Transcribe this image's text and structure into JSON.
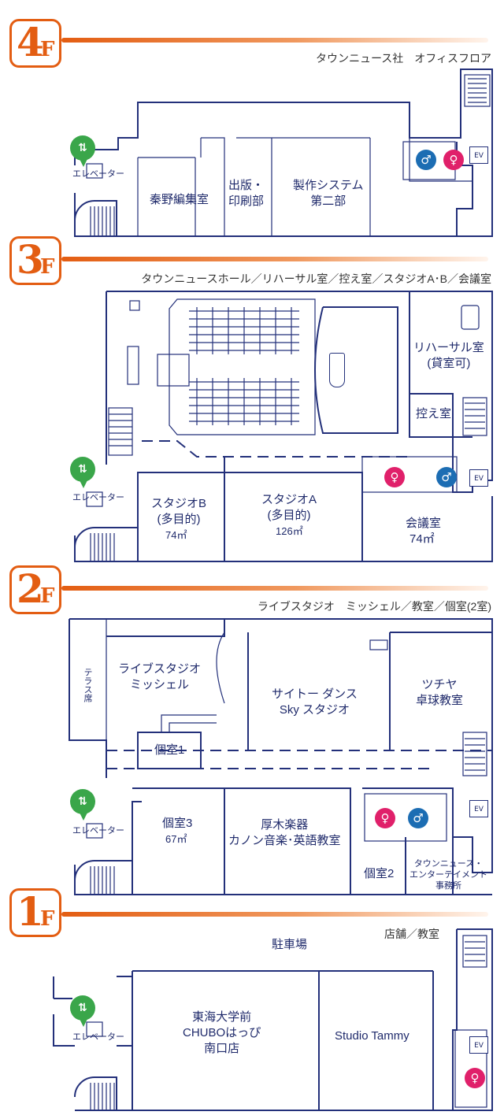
{
  "floors": [
    {
      "num": "4",
      "suffix": "F",
      "subtitle": "タウンニュース社　オフィスフロア",
      "rooms": [
        "秦野編集室",
        "出版・\n印刷部",
        "製作システム\n第二部"
      ],
      "elevator_label": "エレベーター",
      "ev": "EV"
    },
    {
      "num": "3",
      "suffix": "F",
      "subtitle": "タウンニュースホール／リハーサル室／控え室／スタジオA･B／会議室",
      "rooms": [
        "リハーサル室\n(貸室可)",
        "控え室",
        "スタジオB\n(多目的)",
        "74㎡",
        "スタジオA\n(多目的)",
        "126㎡",
        "会議室",
        "74㎡"
      ],
      "elevator_label": "エレベーター",
      "ev": "EV"
    },
    {
      "num": "2",
      "suffix": "F",
      "subtitle": "ライブスタジオ　ミッシェル／教室／個室(2室)",
      "rooms": [
        "テラス席",
        "ライブスタジオ\nミッシェル",
        "サイトー ダンス\nSky スタジオ",
        "ツチヤ\n卓球教室",
        "個室1",
        "個室3",
        "67㎡",
        "厚木楽器\nカノン音楽･英語教室",
        "個室2",
        "タウンニュース・\nエンターテイメント\n事務所"
      ],
      "elevator_label": "エレベーター",
      "ev": "EV"
    },
    {
      "num": "1",
      "suffix": "F",
      "subtitle": "店舗／教室",
      "rooms": [
        "駐車場",
        "東海大学前\nCHUBOはっぴ\n南口店",
        "Studio Tammy"
      ],
      "elevator_label": "エレベーター",
      "ev": "EV"
    }
  ],
  "icons": {
    "elevator": "elevator-icon",
    "male": "male-restroom-icon",
    "female": "female-restroom-icon",
    "stairs": "stairs-icon",
    "piano": "piano-icon"
  },
  "colors": {
    "accent": "#e35d12",
    "line": "#23307a",
    "elevator": "#3aa64a",
    "male": "#1c6db3",
    "female": "#e0206a"
  }
}
